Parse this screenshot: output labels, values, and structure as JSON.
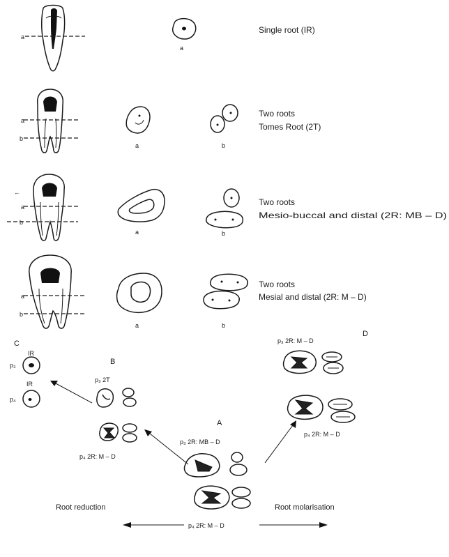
{
  "rows": [
    {
      "marker": "",
      "cuts": [
        "a"
      ],
      "sections": [
        "a"
      ],
      "caption": [
        "Single root (IR)"
      ]
    },
    {
      "marker": "",
      "cuts": [
        "a",
        "b"
      ],
      "sections": [
        "a",
        "b"
      ],
      "caption": [
        "Two roots",
        "Tomes Root (2T)"
      ]
    },
    {
      "marker": "←",
      "cuts": [
        "a",
        "b"
      ],
      "sections": [
        "a",
        "b"
      ],
      "caption": [
        "Two roots",
        "Mesio-buccal and distal (2R: MB  – D)"
      ]
    },
    {
      "marker": "",
      "cuts": [
        "a",
        "b"
      ],
      "sections": [
        "a",
        "b"
      ],
      "caption": [
        "Two roots",
        "Mesial and distal (2R: M  –  D)"
      ]
    }
  ],
  "scheme": {
    "A": {
      "letter": "A",
      "p3": "p₃ 2R: MB – D",
      "p4": "p₄ 2R: M – D"
    },
    "B": {
      "letter": "B",
      "p3": "p₃   2T",
      "p4": "p₄ 2R: M – D"
    },
    "C": {
      "letter": "C",
      "ir1": "IR",
      "ir2": "IR",
      "p3": "p₃",
      "p4": "p₄"
    },
    "D": {
      "letter": "D",
      "p3": "p₃ 2R: M – D",
      "p4": "p₄ 2R: M – D"
    },
    "root_reduction": "Root reduction",
    "root_molarisation": "Root molarisation"
  }
}
